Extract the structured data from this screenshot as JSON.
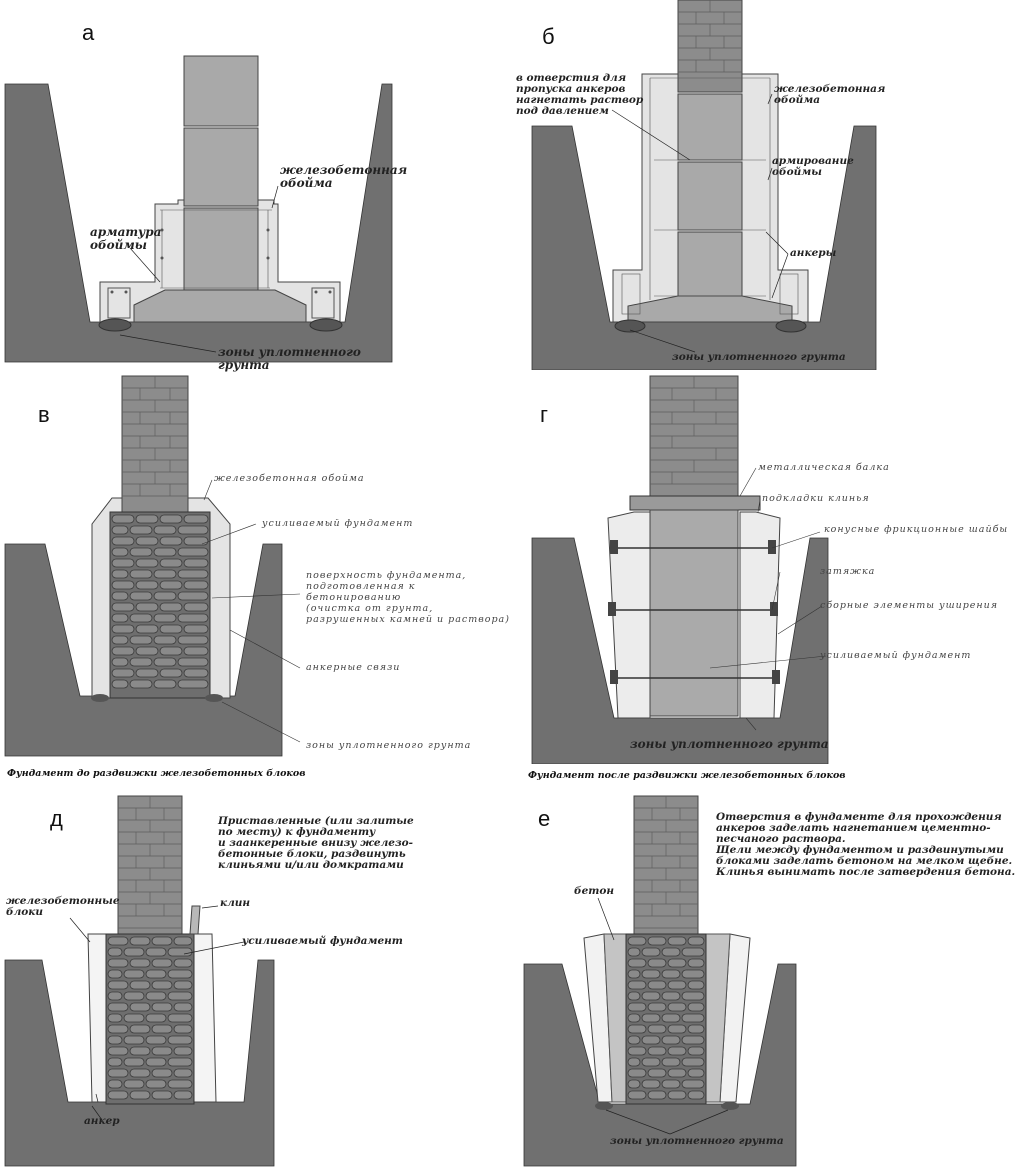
{
  "panels": {
    "a": {
      "letter": "а",
      "labels": {
        "shell": "железобетонная\nобойма",
        "rebar": "арматура\nобоймы",
        "soil": "зоны уплотненного грунта"
      }
    },
    "b": {
      "letter": "б",
      "labels": {
        "inject": "в отверстия для\nпропуска анкеров\nнагнетать раствор\nпод давлением",
        "shell": "железобетонная\nобойма",
        "reinf": "армирование\nобоймы",
        "anchors": "анкеры",
        "soil": "зоны уплотненного грунта"
      }
    },
    "v": {
      "letter": "в",
      "labels": {
        "shell": "железобетонная обойма",
        "found": "усиливаемый фундамент",
        "surface": "поверхность фундамента,\nподготовленная к бетонированию\n(очистка от грунта,\nразрушенных камней и раствора)",
        "anchor_ties": "анкерные связи",
        "soil": "зоны уплотненного грунта"
      },
      "caption": "Фундамент до раздвижки железобетонных блоков"
    },
    "g": {
      "letter": "г",
      "labels": {
        "beam": "металлическая балка",
        "wedges": "подкладки клинья",
        "washers": "конусные фрикционные шайбы",
        "tie": "затяжка",
        "elements": "сборные элементы уширения",
        "found": "усиливаемый фундамент",
        "soil": "зоны уплотненного грунта"
      },
      "caption": "Фундамент после раздвижки железобетонных блоков"
    },
    "d": {
      "letter": "д",
      "labels": {
        "note": "Приставленные (или залитые\nпо месту) к фундаменту\nи заанкеренные внизу железо-\nбетонные блоки, раздвинуть\nклиньями и/или домкратами",
        "blocks": "железобетонные\nблоки",
        "wedge": "клин",
        "found": "усиливаемый фундамент",
        "anchor": "анкер"
      }
    },
    "e": {
      "letter": "е",
      "labels": {
        "note": "Отверстия в фундаменте для прохождения\nанкеров заделать нагнетанием цементно-\nпесчаного раствора.\nЩели между фундаментом и раздвинутыми\nблоками заделать бетоном на мелком щебне.\nКлинья вынимать после затвердения бетона.",
        "concrete": "бетон",
        "soil": "зоны уплотненного грунта"
      }
    }
  },
  "colors": {
    "soil": "#707070",
    "block": "#a9a9a9",
    "brick": "#8c8c8c",
    "stone": "#6e6e6e",
    "shell": "#e4e4e4",
    "concrete": "#c4c4c4",
    "beam": "#9a9a9a"
  }
}
